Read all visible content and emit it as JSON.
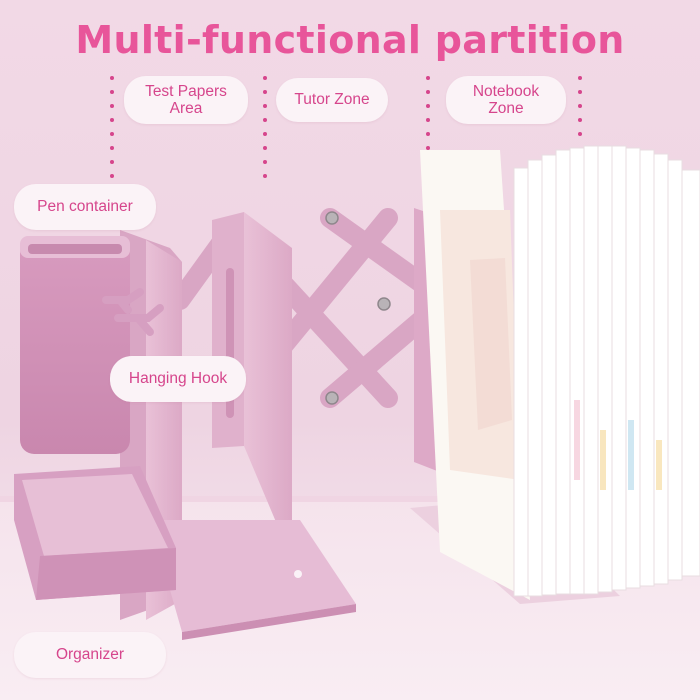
{
  "title": "Multi-functional partition",
  "labels": {
    "test_papers": "Test Papers\nArea",
    "tutor_zone": "Tutor Zone",
    "notebook_zone": "Notebook\nZone",
    "pen_container": "Pen container",
    "hanging_hook": "Hanging Hook",
    "organizer": "Organizer"
  },
  "colors": {
    "title": "#e8559a",
    "label_text": "#d6458c",
    "product_pink": "#e3b6d0"
  }
}
